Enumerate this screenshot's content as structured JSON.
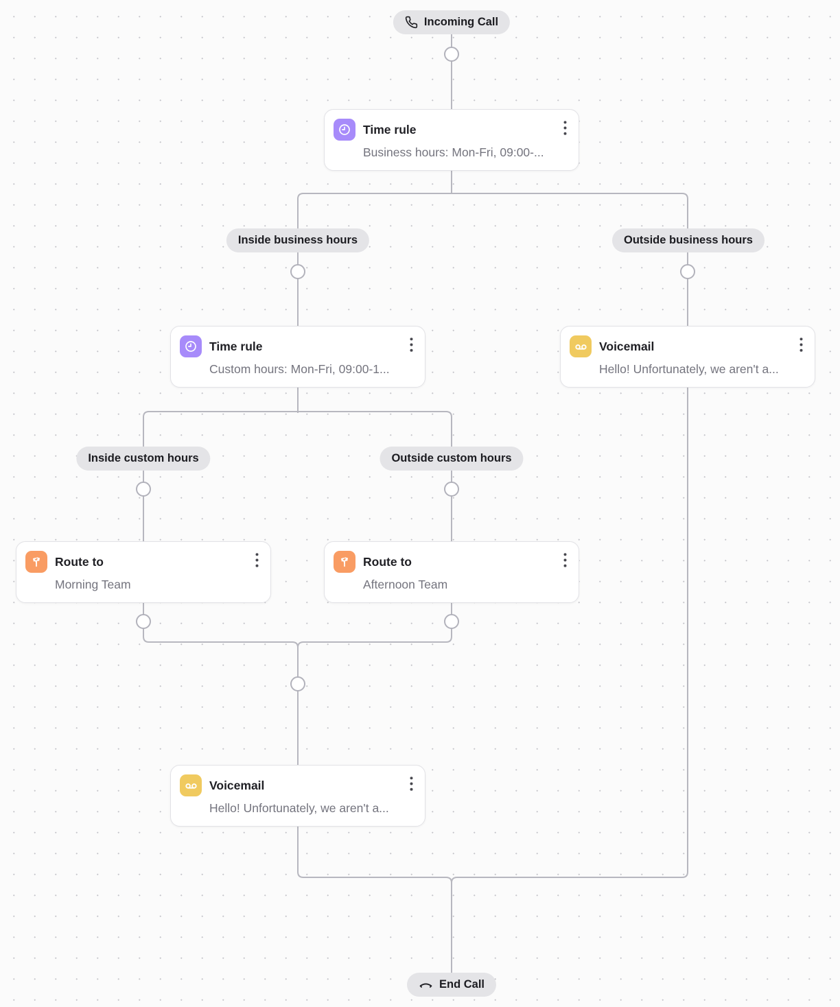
{
  "flow": {
    "start": {
      "label": "Incoming Call"
    },
    "end": {
      "label": "End Call"
    },
    "branches": {
      "inside_business": "Inside business hours",
      "outside_business": "Outside business hours",
      "inside_custom": "Inside custom hours",
      "outside_custom": "Outside custom hours"
    },
    "nodes": {
      "time_rule_business": {
        "type": "time-rule",
        "title": "Time rule",
        "subtitle": "Business hours: Mon-Fri, 09:00-..."
      },
      "voicemail_outside_business": {
        "type": "voicemail",
        "title": "Voicemail",
        "subtitle": "Hello! Unfortunately, we aren't a..."
      },
      "time_rule_custom": {
        "type": "time-rule",
        "title": "Time rule",
        "subtitle": "Custom hours: Mon-Fri, 09:00-1..."
      },
      "route_morning": {
        "type": "route-to",
        "title": "Route to",
        "subtitle": "Morning Team"
      },
      "route_afternoon": {
        "type": "route-to",
        "title": "Route to",
        "subtitle": "Afternoon Team"
      },
      "voicemail_after_hours": {
        "type": "voicemail",
        "title": "Voicemail",
        "subtitle": "Hello! Unfortunately, we aren't a..."
      }
    },
    "icons": {
      "start": "phone-icon",
      "end": "phone-hangup-icon",
      "time_rule": "clock-icon",
      "voicemail": "voicemail-icon",
      "route": "split-arrows-icon",
      "node_menu": "kebab-menu-icon"
    },
    "colors": {
      "time_rule_icon": "#a78bfa",
      "voicemail_icon": "#f0ca5f",
      "route_icon": "#f99c63",
      "pill_bg": "#e4e4e7",
      "wire": "#b7b7bf",
      "canvas_bg": "#fbfbfb"
    }
  }
}
